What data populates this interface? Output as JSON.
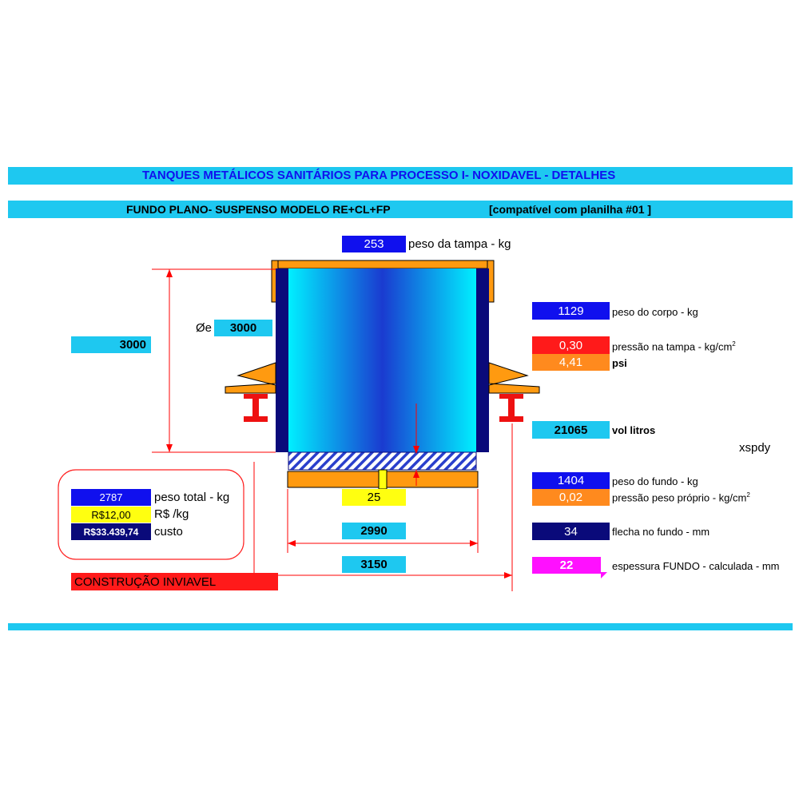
{
  "header": {
    "title": "TANQUES METÁLICOS  SANITÁRIOS PARA PROCESSO I- NOXIDAVEL -   DETALHES",
    "subtitle": "FUNDO PLANO- SUSPENSO  MODELO  RE+CL+FP",
    "compat": "[compatível com planilha #01 ]"
  },
  "tampa": {
    "value": "253",
    "label": "peso da tampa - kg"
  },
  "diametro": {
    "prefix": "Øe",
    "value": "3000"
  },
  "altura": {
    "value": "3000"
  },
  "right_panel": {
    "peso_corpo": {
      "value": "1129",
      "label": "peso do corpo - kg"
    },
    "pressao_tampa": {
      "value": "0,30",
      "label": "pressão na tampa - kg/cm",
      "sup": "2"
    },
    "psi": {
      "value": "4,41",
      "label": "psi"
    },
    "volume": {
      "value": "21065",
      "label": "vol litros"
    },
    "peso_fundo": {
      "value": "1404",
      "label": "peso do fundo - kg"
    },
    "pressao_proprio": {
      "value": "0,02",
      "label": "pressão peso próprio - kg/cm",
      "sup": "2"
    },
    "flecha": {
      "value": "34",
      "label": "flecha no fundo - mm"
    },
    "espessura": {
      "value": "22",
      "label": "espessura  FUNDO - calculada - mm"
    }
  },
  "watermark": "xspdy",
  "bottom_dims": {
    "apoio": "25",
    "interno": "2990",
    "externo": "3150"
  },
  "cost_panel": {
    "peso_total": {
      "value": "2787",
      "label": "peso total - kg"
    },
    "preco_kg": {
      "value": "R$12,00",
      "label": "R$ /kg"
    },
    "custo": {
      "value": "R$33.439,74",
      "label": "custo"
    }
  },
  "status": "CONSTRUÇÃO INVIAVEL",
  "colors": {
    "bar": "#1ec8f0",
    "blue": "#1010ee",
    "cyan": "#1ec8f0",
    "red": "#ff1a1a",
    "orange": "#ff8a1e",
    "navy": "#0a0a7a",
    "magenta": "#ff10ff",
    "yellow": "#ffff10",
    "dim_line": "#ff0000"
  }
}
